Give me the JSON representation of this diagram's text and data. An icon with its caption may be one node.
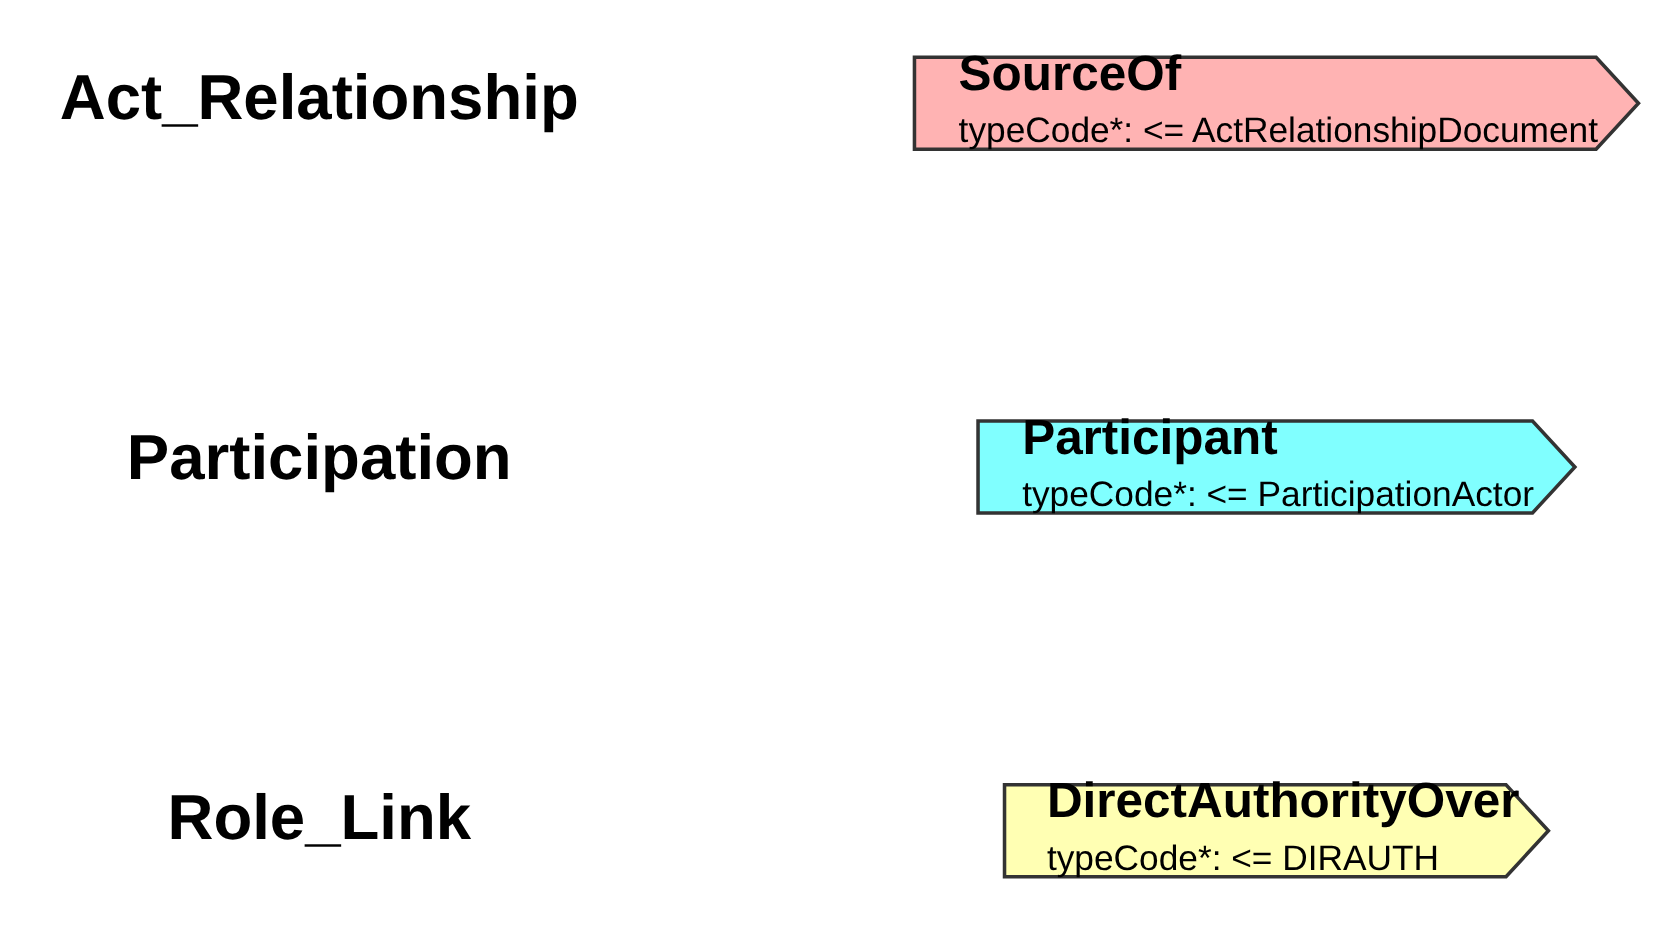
{
  "diagram": {
    "nodes": [
      {
        "text": [
          "SourceOf",
          "typeCode*: <= ActRelationshipDocument"
        ]
      },
      {
        "text": [
          "Participant",
          "typeCode*: <= ParticipationActor"
        ]
      },
      {
        "text": [
          "DirectAuthorityOver",
          "typeCode*: <= DIRAUTH"
        ]
      }
    ],
    "labels": [
      "Act_Relationship",
      "Participation",
      "Role_Link"
    ]
  }
}
